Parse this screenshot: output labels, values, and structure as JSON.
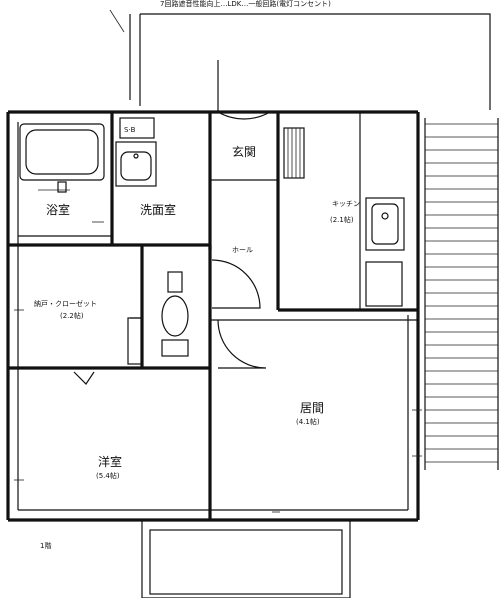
{
  "header_note": "7回路遮音性能向上…LDK…一般回路(電灯コンセント)",
  "rooms": {
    "bath": "浴室",
    "washroom": "洗面室",
    "entrance": "玄関",
    "hall": "ホール",
    "kitchen": "キッチン",
    "kitchen_size": "(2.1帖)",
    "storage": "納戸・クローゼット",
    "storage_size": "(2.2帖)",
    "western": "洋室",
    "western_size": "(5.4帖)",
    "living": "居間",
    "living_size": "(4.1帖)"
  },
  "fixtures": {
    "shoe_box": "S·B",
    "bottom_note": "1階"
  }
}
